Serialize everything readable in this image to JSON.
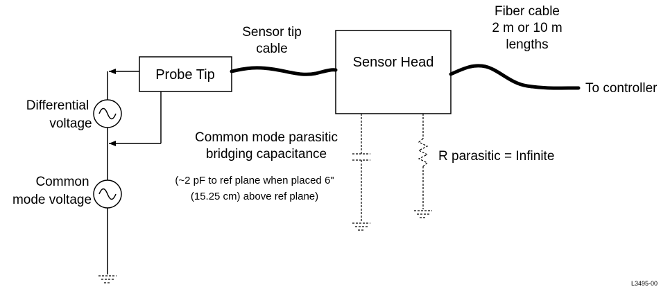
{
  "labels": {
    "probe_tip": "Probe Tip",
    "sensor_head": "Sensor Head",
    "sensor_tip_cable_1": "Sensor tip",
    "sensor_tip_cable_2": "cable",
    "fiber_1": "Fiber cable",
    "fiber_2": "2 m or 10 m",
    "fiber_3": "lengths",
    "to_controller": "To controller",
    "differential_1": "Differential",
    "differential_2": "voltage",
    "common_1": "Common",
    "common_2": "mode voltage",
    "parasitic_1": "Common mode parasitic",
    "parasitic_2": "bridging capacitance",
    "parasitic_3": "(~2 pF to ref plane when placed 6\"",
    "parasitic_4": "(15.25 cm) above ref plane)",
    "r_parasitic": "R parasitic = Infinite",
    "figure_id": "L3495-00"
  }
}
